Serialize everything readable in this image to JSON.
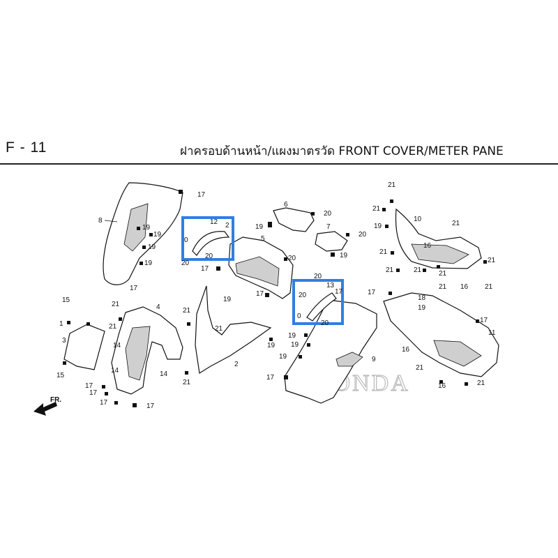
{
  "header": {
    "page_code": "F - 11",
    "title": "ฝาครอบด้านหน้า/แผงมาตรวัด  FRONT COVER/METER PANE"
  },
  "watermark": "HONDA",
  "direction_label": "FR.",
  "callouts": {
    "c1": "1",
    "c2": "2",
    "c3": "3",
    "c4": "4",
    "c5": "5",
    "c6": "6",
    "c7": "7",
    "c8": "8",
    "c9": "9",
    "c10": "10",
    "c11": "11",
    "c12": "12",
    "c13": "13",
    "c14": "14",
    "c15": "15",
    "c16": "16",
    "c17": "17",
    "c18": "18",
    "c19": "19",
    "c20": "20",
    "c21": "21",
    "c0": "0"
  },
  "highlight_color": "#2f7fe0"
}
